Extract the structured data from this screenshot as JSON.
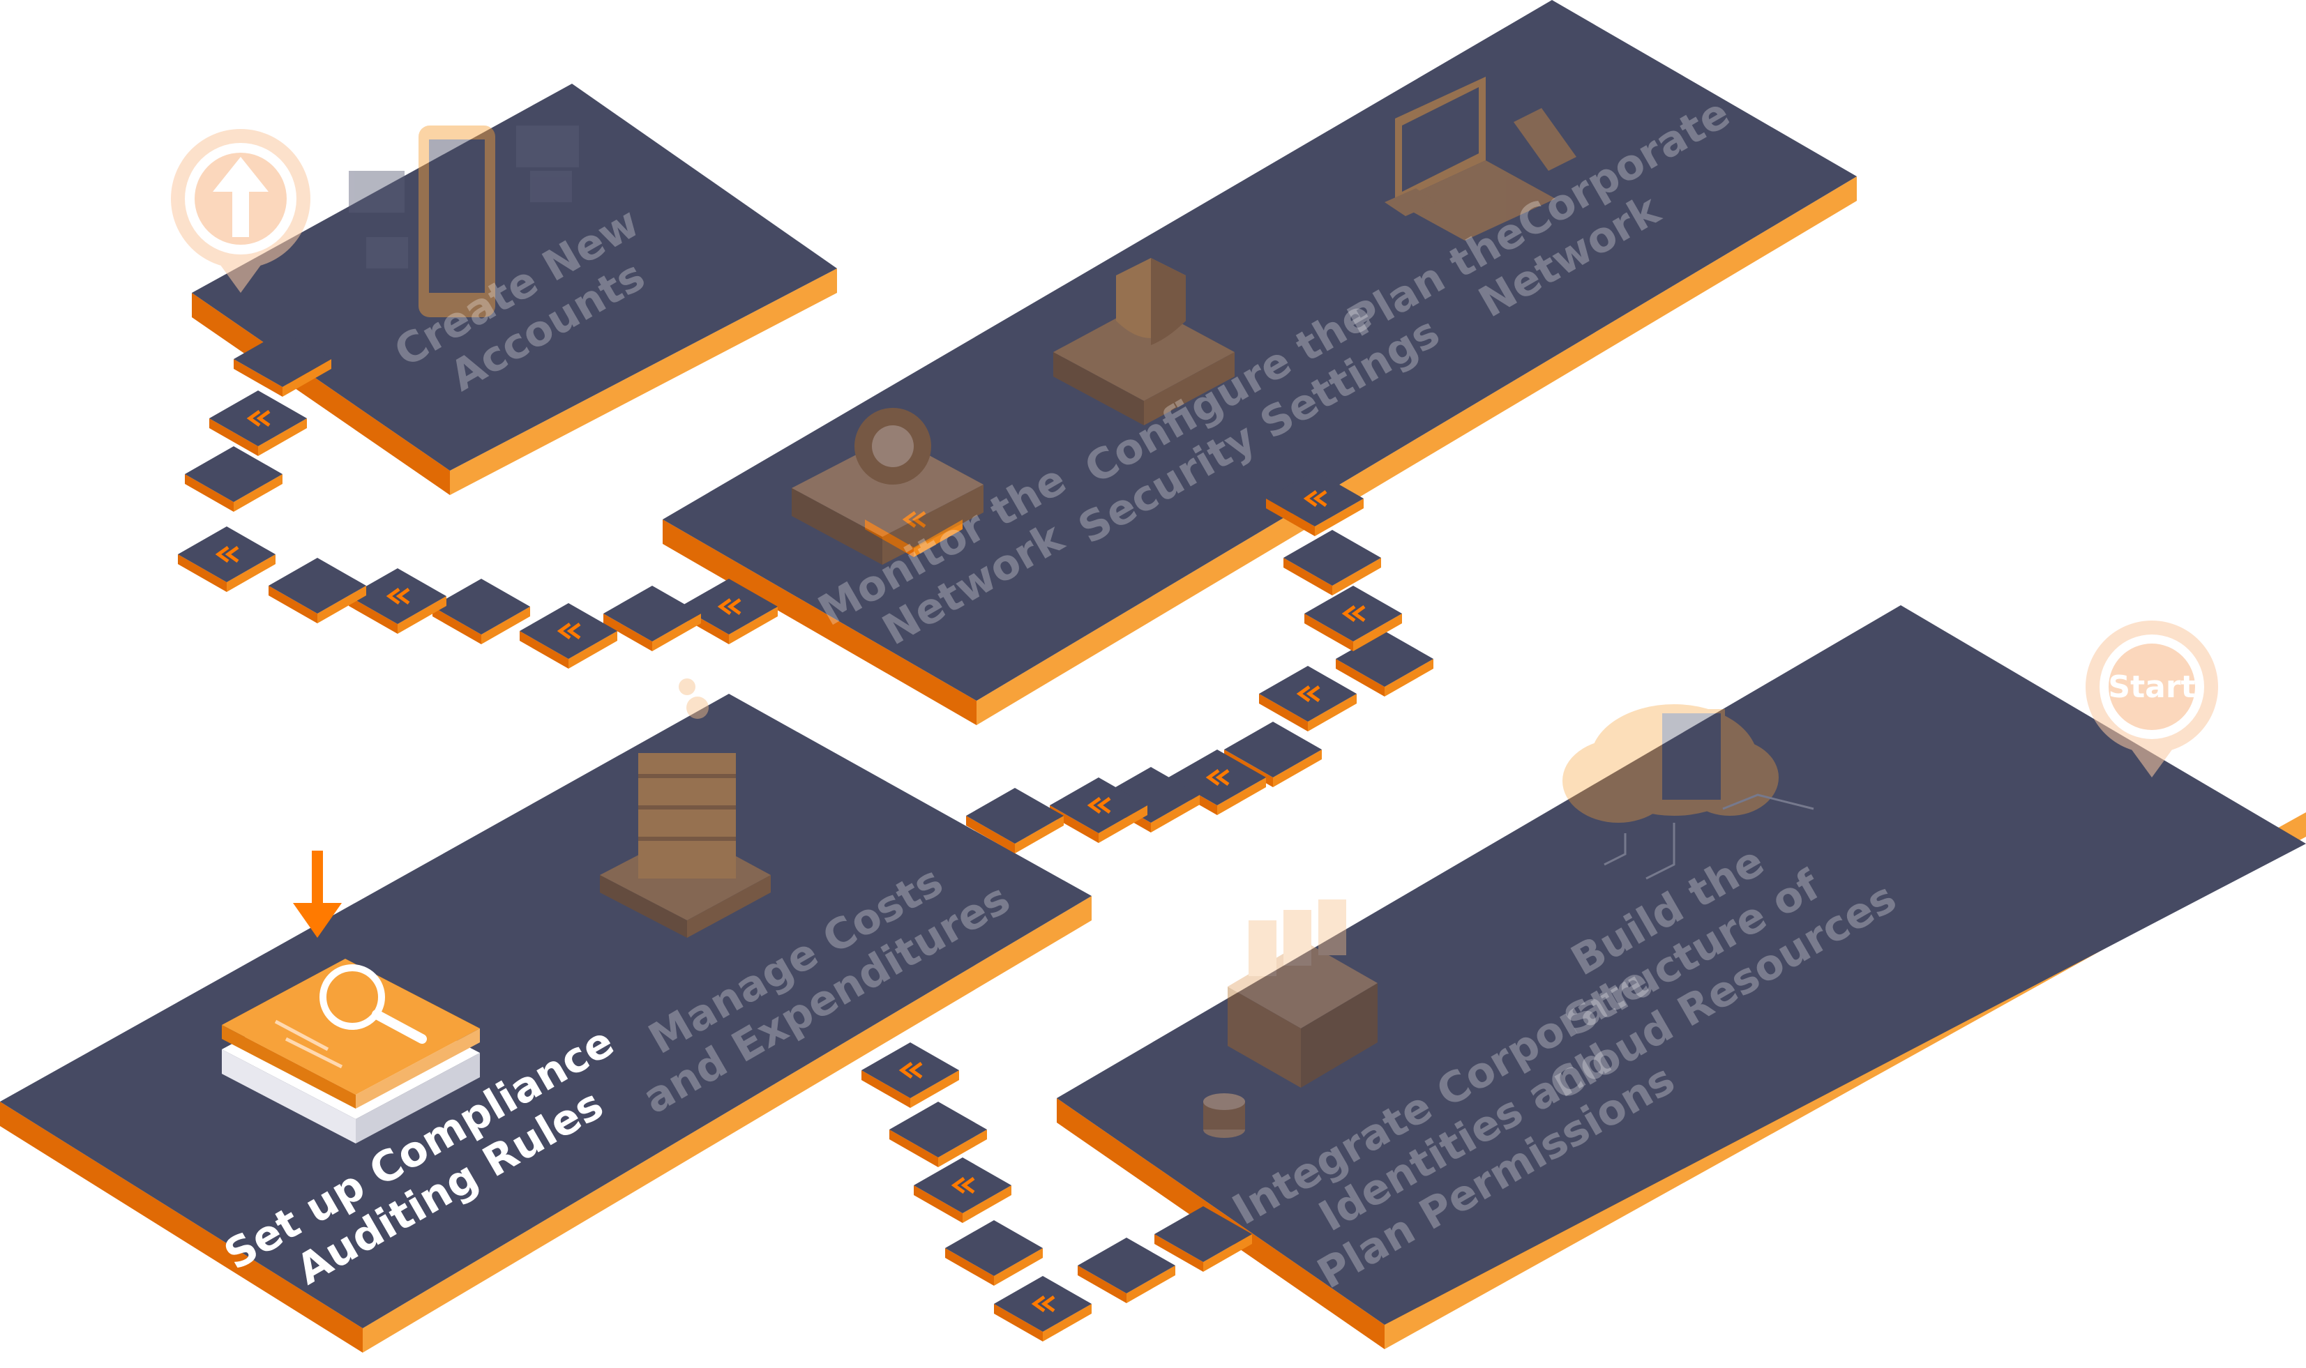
{
  "colors": {
    "platform_top": "#464a63",
    "platform_side": "#f28a1a",
    "accent": "#ff7a00",
    "marker": "#fbc9a2"
  },
  "start_label": "Start",
  "steps": [
    {
      "id": "build-structure",
      "lines": [
        "Build the",
        "Structure of",
        "Cloud Resources"
      ],
      "state": "dim"
    },
    {
      "id": "integrate-identities",
      "lines": [
        "Integrate Corporate",
        "Identities and",
        "Plan Permissions"
      ],
      "state": "dim"
    },
    {
      "id": "plan-network",
      "lines": [
        "Plan theCorporate",
        "Network"
      ],
      "state": "dim"
    },
    {
      "id": "configure-security",
      "lines": [
        "Configure the",
        "Security Settings"
      ],
      "state": "dim"
    },
    {
      "id": "monitor-network",
      "lines": [
        "Monitor the",
        "Network"
      ],
      "state": "dim"
    },
    {
      "id": "create-accounts",
      "lines": [
        "Create New",
        "Accounts"
      ],
      "state": "dim"
    },
    {
      "id": "manage-costs",
      "lines": [
        "Manage Costs",
        "and Expenditures"
      ],
      "state": "dim"
    },
    {
      "id": "compliance-rules",
      "lines": [
        "Set up Compliance",
        "Auditing Rules"
      ],
      "state": "active"
    }
  ],
  "icons": {
    "start_marker": "location-pin-icon",
    "end_marker": "upload-arrow-pin-icon",
    "current_step": "down-arrow-icon",
    "path_arrow": "double-chevron-left-icon"
  }
}
